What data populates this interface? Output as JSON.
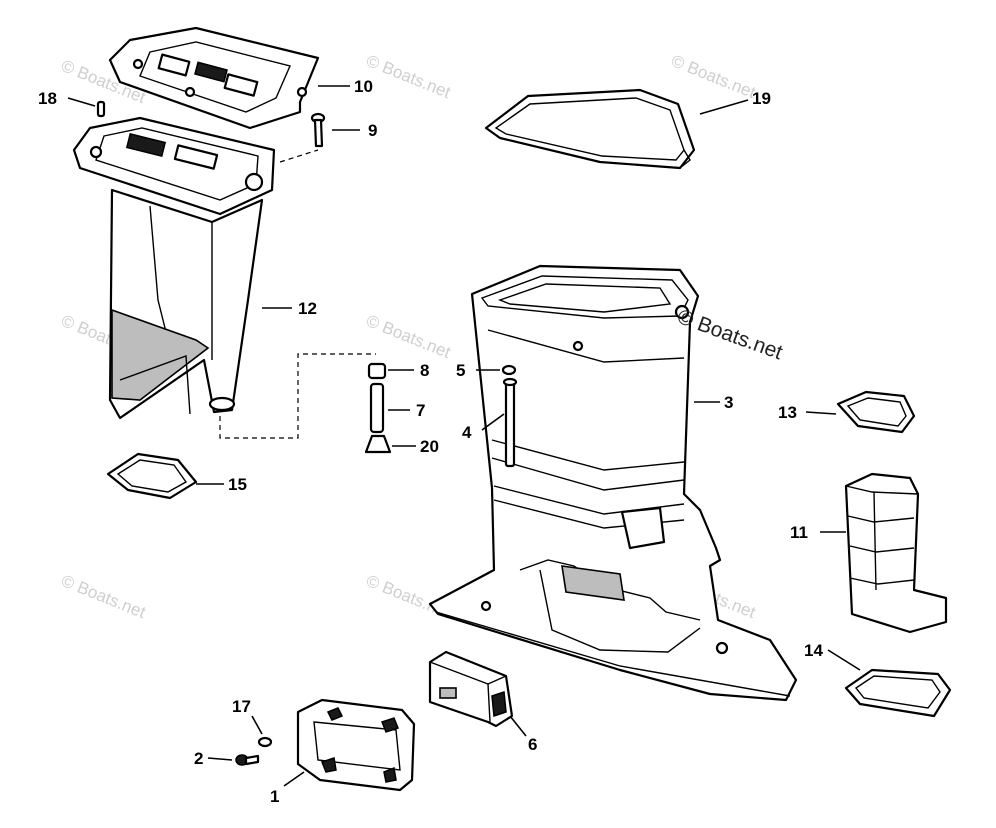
{
  "watermark": {
    "text": "© Boats.net",
    "prominent_text": "© Boats.net"
  },
  "callouts": {
    "c1": "1",
    "c2": "2",
    "c3": "3",
    "c4": "4",
    "c5": "5",
    "c6": "6",
    "c7": "7",
    "c8": "8",
    "c9": "9",
    "c10": "10",
    "c11": "11",
    "c12": "12",
    "c13": "13",
    "c14": "14",
    "c15": "15",
    "c17": "17",
    "c18": "18",
    "c19": "19",
    "c20": "20"
  },
  "colors": {
    "line": "#000000",
    "watermark": "#cfcfcf",
    "background": "#ffffff"
  }
}
